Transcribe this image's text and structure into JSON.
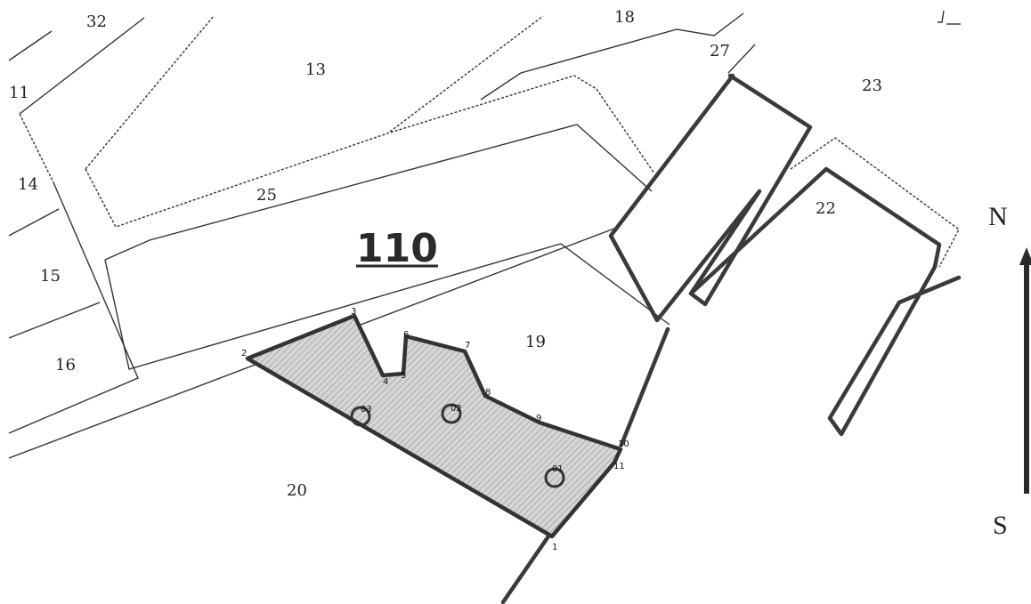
{
  "map": {
    "main_label": "110",
    "parcel_labels": [
      "32",
      "18",
      "27",
      "13",
      "23",
      "11",
      "14",
      "25",
      "22",
      "15",
      "19",
      "16",
      "20"
    ],
    "vertices": [
      "1",
      "2",
      "3",
      "4",
      "5",
      "6",
      "7",
      "8",
      "9",
      "10",
      "11"
    ],
    "points": [
      "01",
      "02",
      "03"
    ],
    "compass": {
      "north": "N",
      "south": "S"
    }
  }
}
